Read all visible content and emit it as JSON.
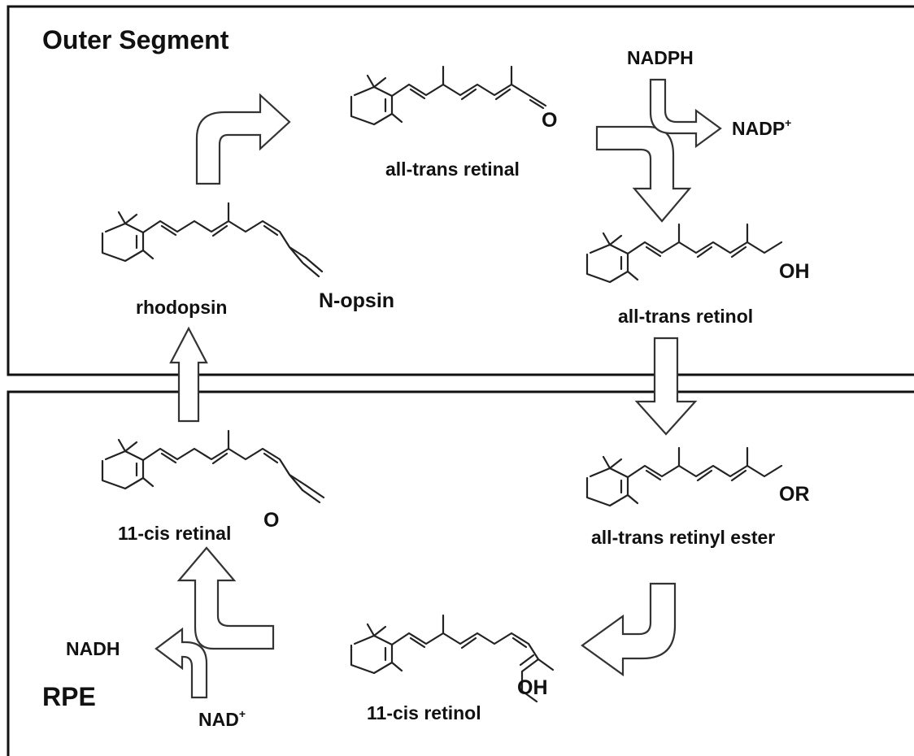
{
  "regions": {
    "outer_segment": "Outer Segment",
    "rpe": "RPE"
  },
  "molecules": {
    "all_trans_retinal": {
      "label": "all-trans retinal",
      "end_group": "O"
    },
    "all_trans_retinol": {
      "label": "all-trans retinol",
      "end_group": "OH"
    },
    "rhodopsin": {
      "label": "rhodopsin",
      "end_group": "N-opsin"
    },
    "all_trans_retinyl_ester": {
      "label": "all-trans retinyl ester",
      "end_group": "OR"
    },
    "eleven_cis_retinal": {
      "label": "11-cis retinal",
      "end_group": "O"
    },
    "eleven_cis_retinol": {
      "label": "11-cis retinol",
      "end_group": "OH"
    }
  },
  "cofactors": {
    "nadph": "NADPH",
    "nadp": "NADP",
    "nadp_charge": "+",
    "nadh": "NADH",
    "nad": "NAD",
    "nad_charge": "+"
  }
}
